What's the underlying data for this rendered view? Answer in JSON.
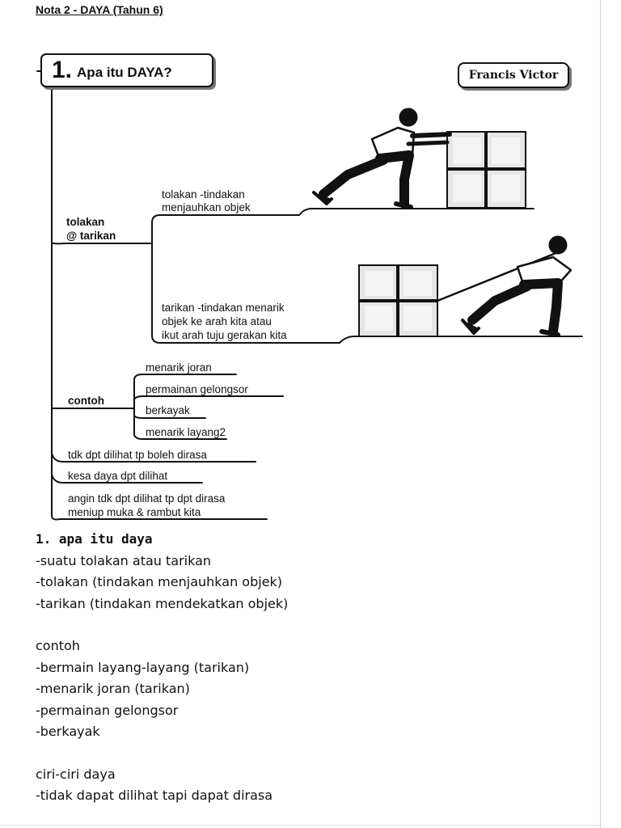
{
  "page_title": "Nota 2 - DAYA (Tahun 6)",
  "diagram": {
    "title_number": "1.",
    "title_text": "Apa itu DAYA?",
    "author": "Francis Victor",
    "branch_tolakan_tarikan": [
      "tolakan",
      "@ tarikan"
    ],
    "tolakan_desc": [
      "tolakan -tindakan",
      "menjauhkan objek"
    ],
    "tarikan_desc": [
      "tarikan -tindakan menarik",
      "objek ke arah kita atau",
      "ikut arah tuju gerakan kita"
    ],
    "branch_contoh": "contoh",
    "contoh_items": [
      "menarik joran",
      "permainan gelongsor",
      "berkayak",
      "menarik layang2"
    ],
    "ciri_1": "tdk dpt dilihat tp boleh dirasa",
    "ciri_2": "kesa daya dpt dilihat",
    "ciri_3": [
      "angin tdk dpt dilihat tp dpt dirasa",
      "meniup muka & rambut kita"
    ]
  },
  "notes": {
    "heading": "1. apa itu daya",
    "definition": [
      "-suatu tolakan atau tarikan",
      "-tolakan (tindakan menjauhkan objek)",
      "-tarikan (tindakan mendekatkan objek)"
    ],
    "contoh_heading": "contoh",
    "contoh": [
      "-bermain layang-layang (tarikan)",
      "-menarik joran (tarikan)",
      "-permainan gelongsor",
      "-berkayak"
    ],
    "ciri_heading": "ciri-ciri daya",
    "ciri": [
      "-tidak dapat dilihat tapi dapat dirasa"
    ]
  }
}
